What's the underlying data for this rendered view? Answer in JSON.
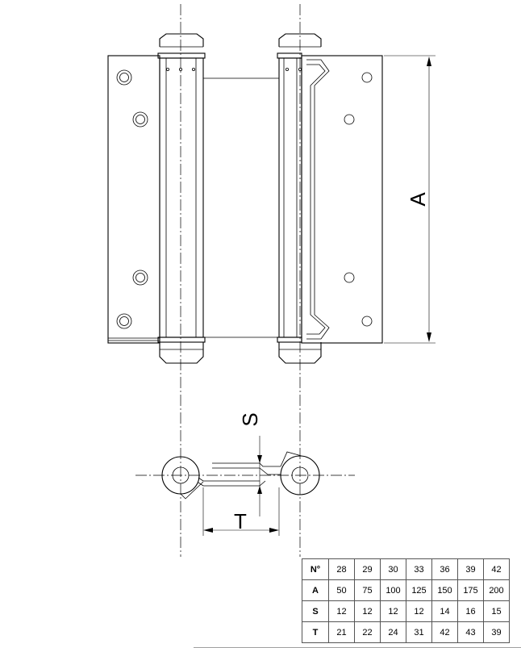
{
  "dimensions": {
    "a_label": "A",
    "s_label": "S",
    "t_label": "T"
  },
  "table": {
    "rows": [
      {
        "header": "N°",
        "values": [
          "28",
          "29",
          "30",
          "33",
          "36",
          "39",
          "42"
        ]
      },
      {
        "header": "A",
        "values": [
          "50",
          "75",
          "100",
          "125",
          "150",
          "175",
          "200"
        ]
      },
      {
        "header": "S",
        "values": [
          "12",
          "12",
          "12",
          "12",
          "14",
          "16",
          "15"
        ]
      },
      {
        "header": "T",
        "values": [
          "21",
          "22",
          "24",
          "31",
          "42",
          "43",
          "39"
        ]
      }
    ]
  }
}
